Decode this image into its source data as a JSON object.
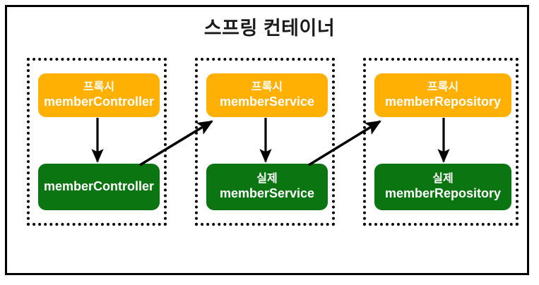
{
  "diagram": {
    "title": "스프링 컨테이너",
    "colors": {
      "proxy_fill": "#FFB003",
      "real_fill": "#0B7512",
      "outer_border": "#000000",
      "group_border": "#000000",
      "arrow": "#000000",
      "node_text": "#FFFFFF",
      "title_text": "#1A1A1A",
      "background": "#FFFFFF"
    },
    "groups": [
      {
        "id": "group-controller",
        "proxy": {
          "label_kor": "프록시",
          "label_name": "memberController"
        },
        "real": {
          "label_kor": "",
          "label_name": "memberController"
        }
      },
      {
        "id": "group-service",
        "proxy": {
          "label_kor": "프록시",
          "label_name": "memberService"
        },
        "real": {
          "label_kor": "실제",
          "label_name": "memberService"
        }
      },
      {
        "id": "group-repository",
        "proxy": {
          "label_kor": "프록시",
          "label_name": "memberRepository"
        },
        "real": {
          "label_kor": "실제",
          "label_name": "memberRepository"
        }
      }
    ],
    "arrows": [
      {
        "name": "proxy-controller-to-real-controller",
        "kind": "vertical"
      },
      {
        "name": "proxy-service-to-real-service",
        "kind": "vertical"
      },
      {
        "name": "proxy-repository-to-real-repository",
        "kind": "vertical"
      },
      {
        "name": "real-controller-to-proxy-service",
        "kind": "diagonal"
      },
      {
        "name": "real-service-to-proxy-repository",
        "kind": "diagonal"
      }
    ]
  }
}
